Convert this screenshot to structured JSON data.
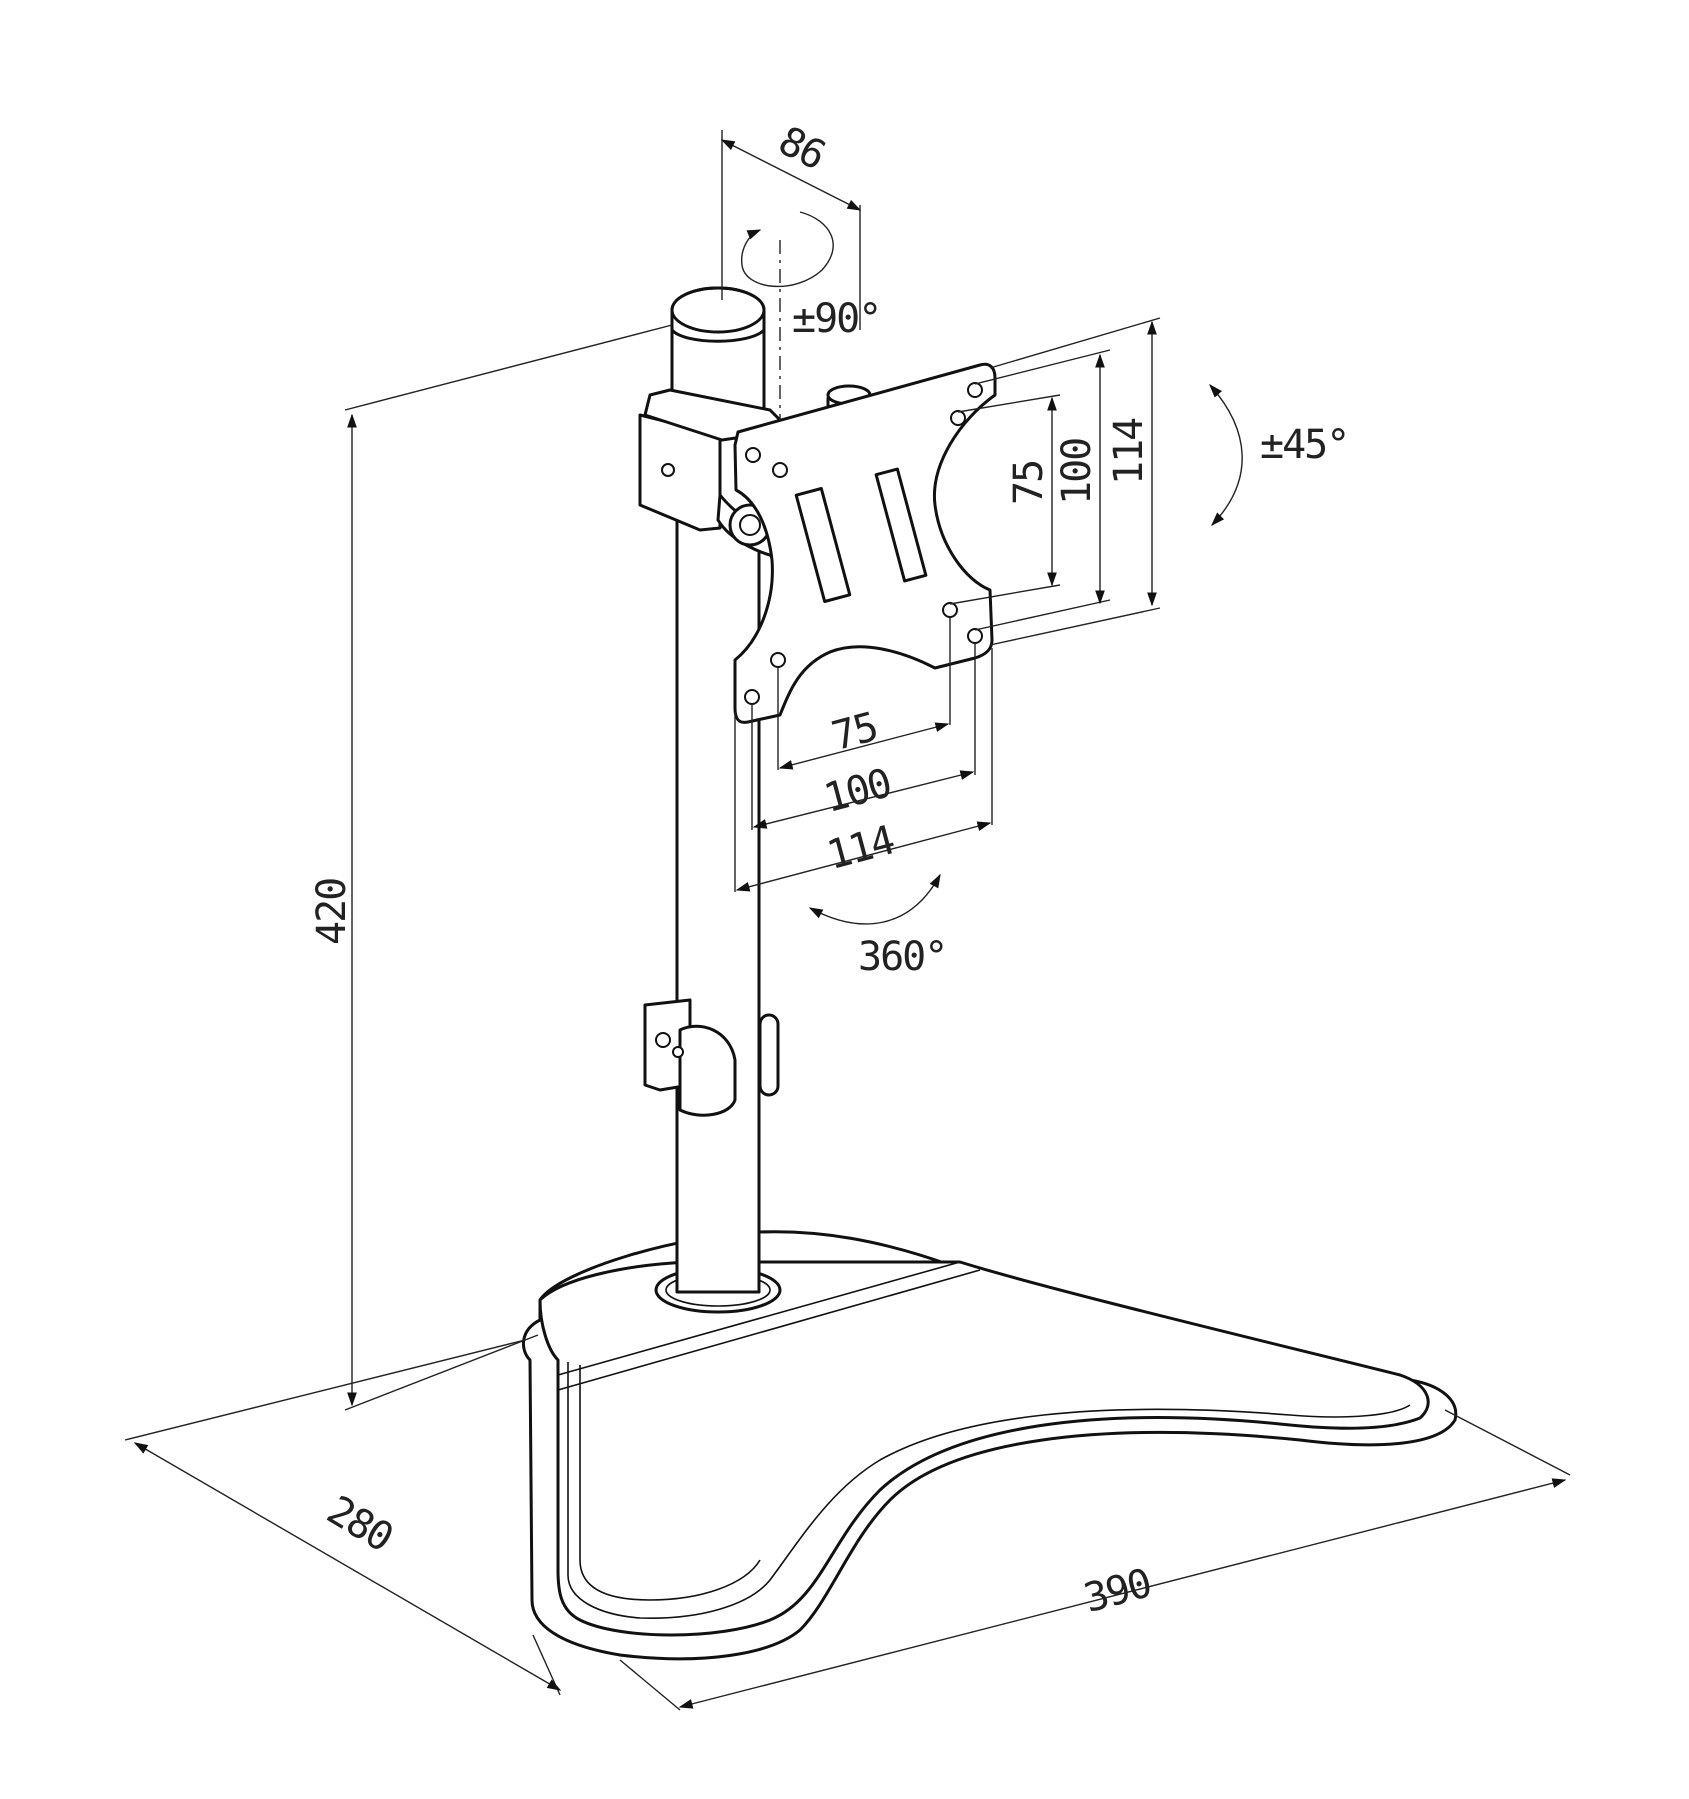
{
  "dimensions": {
    "top_depth": "86",
    "height": "420",
    "base_depth": "280",
    "base_width": "390",
    "vesa_horizontal_75": "75",
    "vesa_horizontal_100": "100",
    "vesa_horizontal_114": "114",
    "vesa_vertical_75": "75",
    "vesa_vertical_100": "100",
    "vesa_vertical_114": "114"
  },
  "rotations": {
    "swivel": "±90°",
    "tilt": "±45°",
    "rotate": "360°"
  },
  "colors": {
    "line": "#111111",
    "background": "#ffffff"
  }
}
